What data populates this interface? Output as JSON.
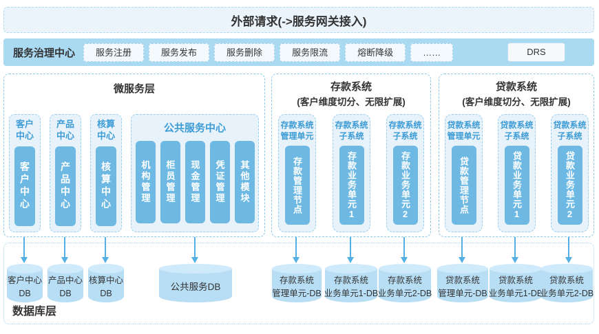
{
  "colors": {
    "governance_bar_blue": "#a9daf2",
    "panel_light_blue": "#e8f2fa",
    "pill_blue": "#6db9e4",
    "header_text_blue": "#3d9cd6",
    "cylinder_blue": "#b7def5",
    "arrow_blue": "#54b0e4"
  },
  "top_bar": {
    "title": "外部请求(->服务网关接入)"
  },
  "governance": {
    "label": "服务治理中心",
    "buttons": [
      "服务注册",
      "服务发布",
      "服务删除",
      "服务限流",
      "熔断降级",
      "……"
    ],
    "drs": "DRS"
  },
  "microservice": {
    "title": "微服务层",
    "columns": [
      {
        "header": "客户中心",
        "pill": "客户中心"
      },
      {
        "header": "产品中心",
        "pill": "产品中心"
      },
      {
        "header": "核算中心",
        "pill": "核算中心"
      }
    ],
    "public_center": {
      "header": "公共服务中心",
      "pills": [
        "机构管理",
        "柜员管理",
        "现金管理",
        "凭证管理",
        "其他模块"
      ]
    }
  },
  "deposit": {
    "title": "存款系统",
    "subtitle": "(客户维度切分、无限扩展)",
    "units": [
      {
        "header1": "存款系统",
        "header2": "管理单元",
        "pill": "存款管理节点"
      },
      {
        "header1": "存款系统",
        "header2": "子系统",
        "pill": "存款业务单元1"
      },
      {
        "header1": "存款系统",
        "header2": "子系统",
        "pill": "存款业务单元2"
      }
    ]
  },
  "loan": {
    "title": "贷款系统",
    "subtitle": "(客户维度切分、无限扩展)",
    "units": [
      {
        "header1": "贷款系统",
        "header2": "管理单元",
        "pill": "贷款管理节点"
      },
      {
        "header1": "贷款系统",
        "header2": "子系统",
        "pill": "贷款业务单元1"
      },
      {
        "header1": "贷款系统",
        "header2": "子系统",
        "pill": "贷款业务单元2"
      }
    ]
  },
  "database": {
    "label": "数据库层",
    "cylinders": [
      {
        "line1": "客户中心",
        "line2": "DB"
      },
      {
        "line1": "产品中心",
        "line2": "DB"
      },
      {
        "line1": "核算中心",
        "line2": "DB"
      },
      {
        "line1": "公共服务DB",
        "line2": ""
      },
      {
        "line1": "存款系统",
        "line2": "管理单元-DB"
      },
      {
        "line1": "存款系统",
        "line2": "业务单元1-DB"
      },
      {
        "line1": "存款系统",
        "line2": "业务单元2-DB"
      },
      {
        "line1": "贷款系统",
        "line2": "管理单元-DB"
      },
      {
        "line1": "贷款系统",
        "line2": "业务单元1-DB"
      },
      {
        "line1": "贷款系统",
        "line2": "业务单元2-DB"
      }
    ]
  }
}
